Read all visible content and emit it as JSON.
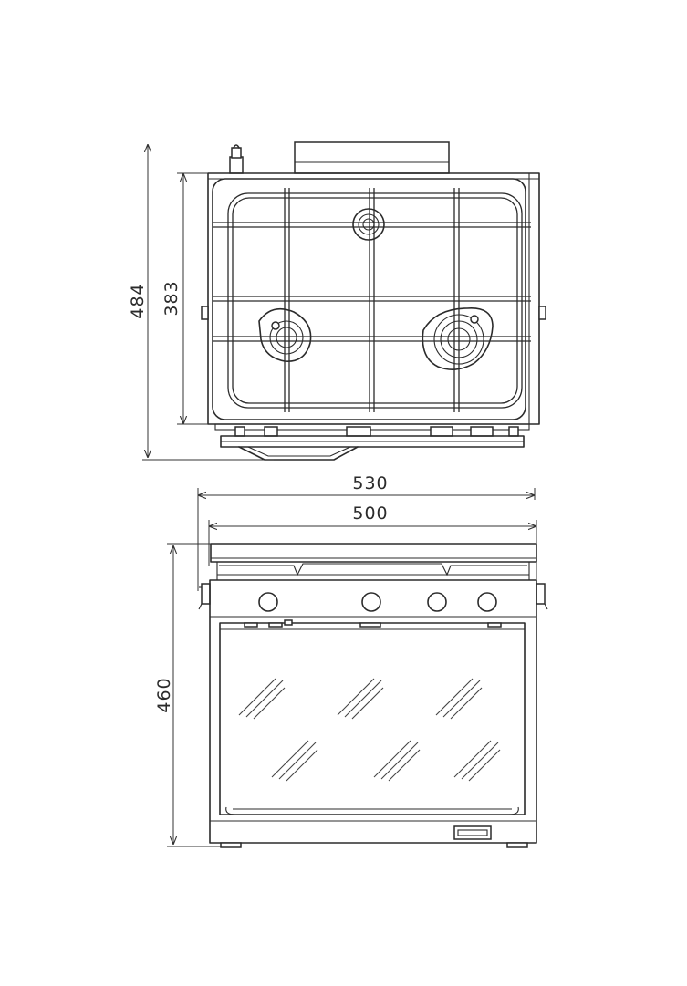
{
  "dimensions": {
    "total_depth": "484",
    "hob_depth": "383",
    "total_width": "530",
    "body_width": "500",
    "height": "460"
  }
}
